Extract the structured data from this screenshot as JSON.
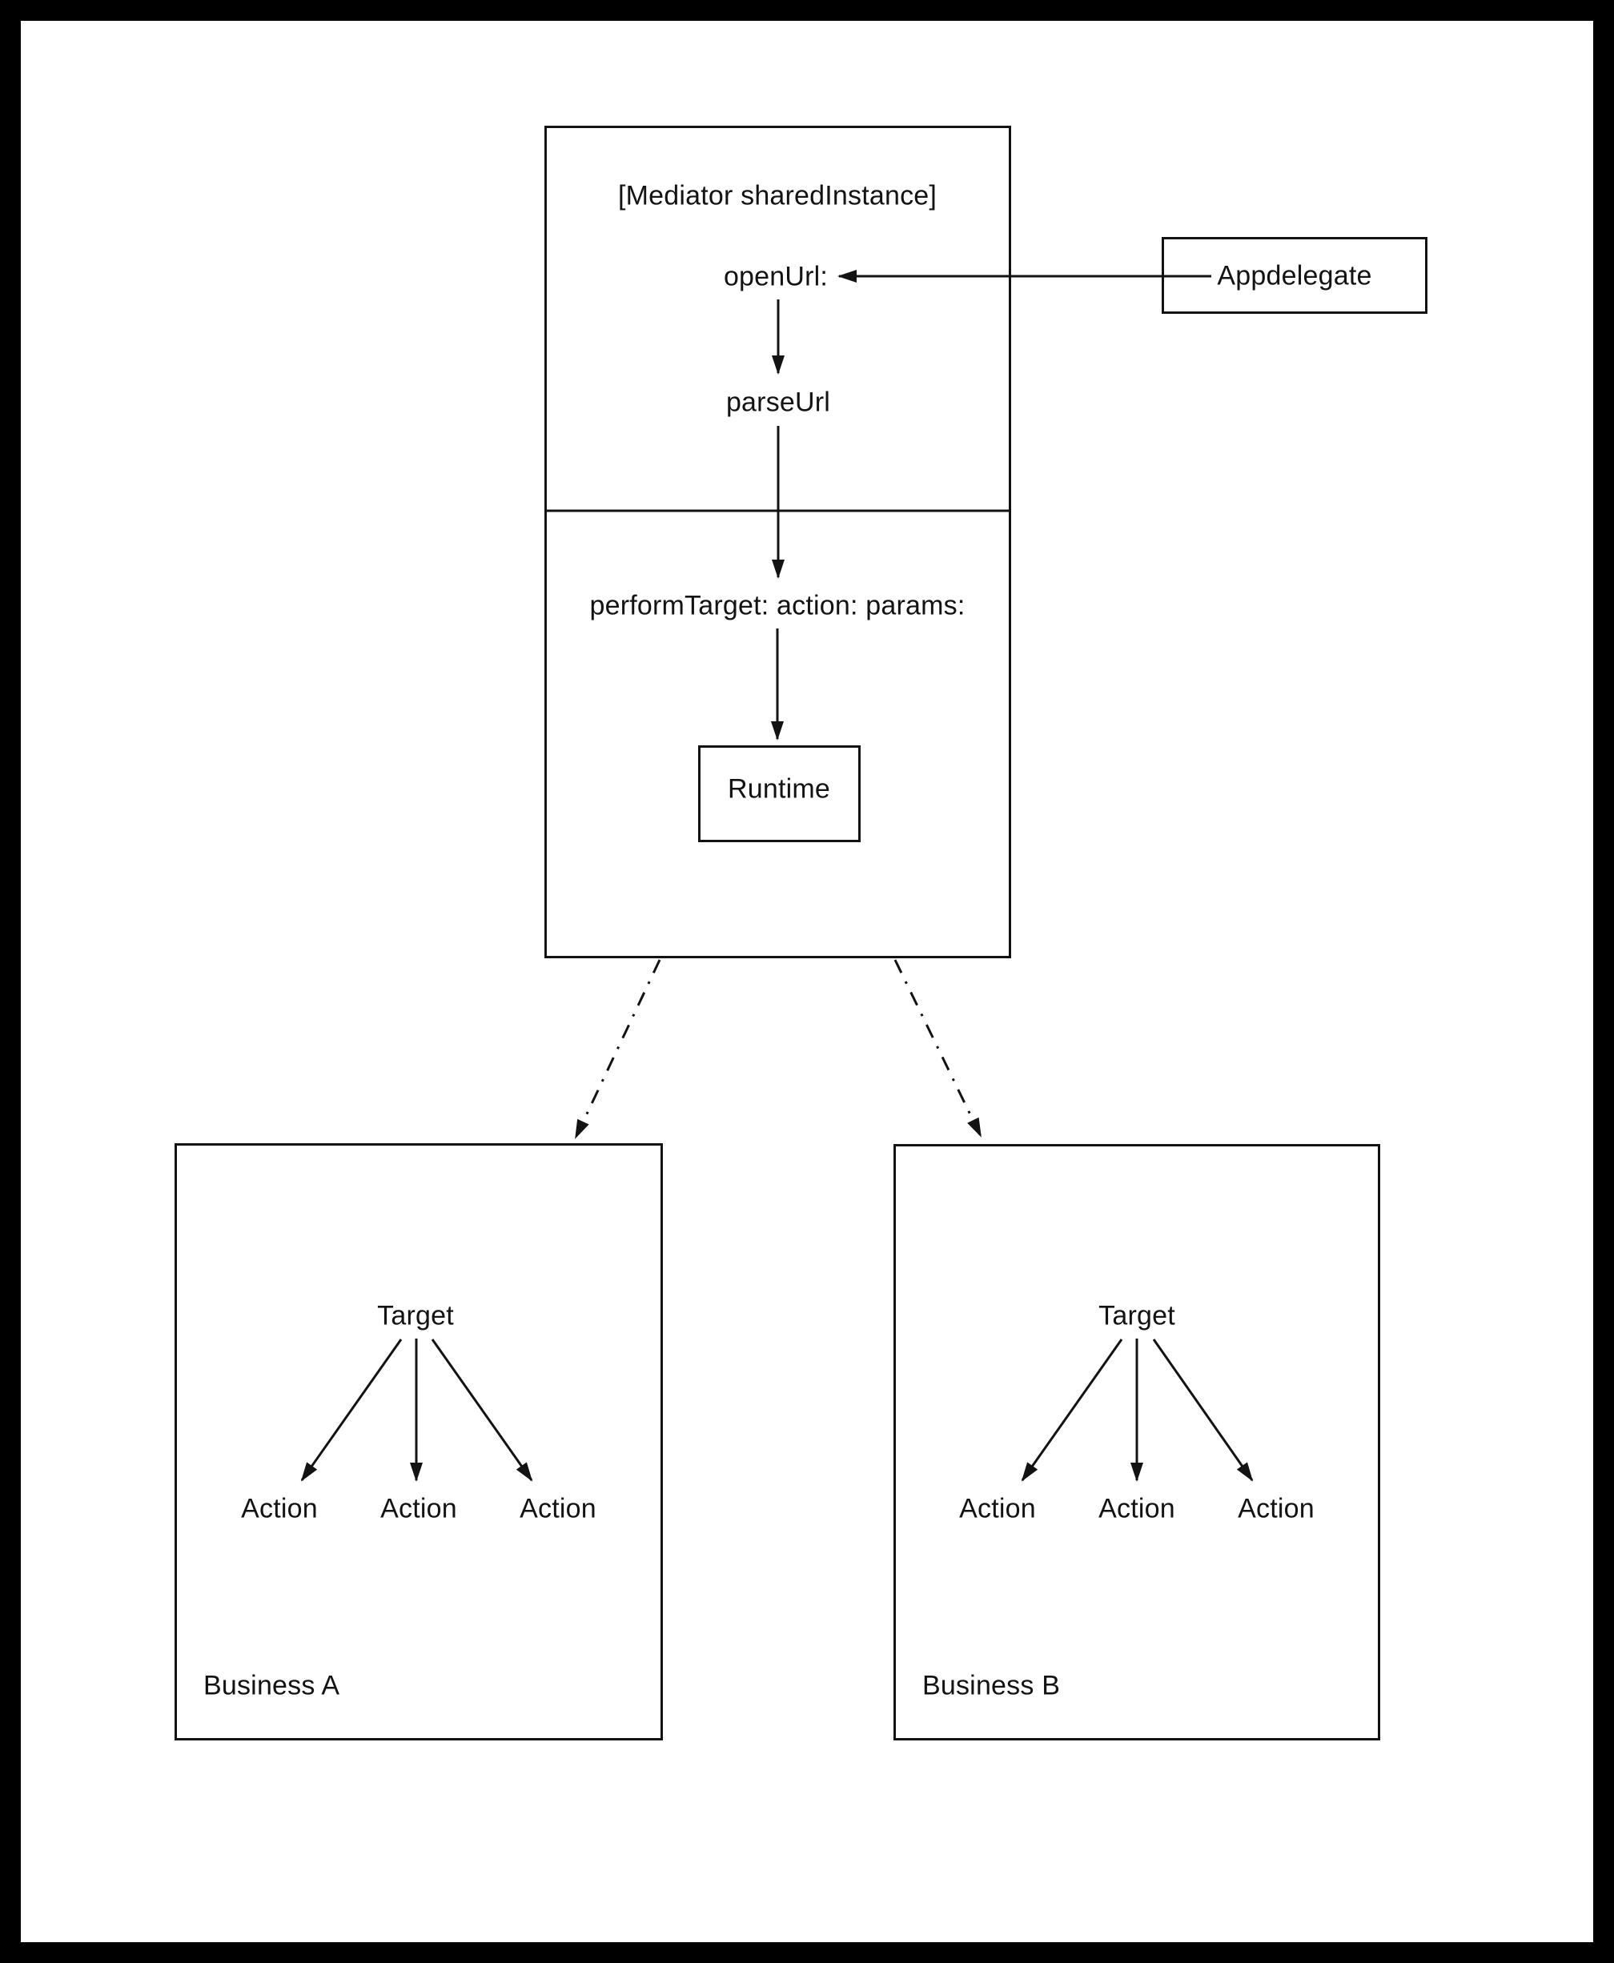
{
  "diagram": {
    "mediator": {
      "title": "[Mediator sharedInstance]",
      "open_url_label": "openUrl:",
      "parse_url_label": "parseUrl",
      "perform_target_label": "performTarget: action: params:",
      "runtime_label": "Runtime"
    },
    "appdelegate": {
      "label": "Appdelegate"
    },
    "business_a": {
      "label": "Business A",
      "target_label": "Target",
      "action_labels": [
        "Action",
        "Action",
        "Action"
      ]
    },
    "business_b": {
      "label": "Business B",
      "target_label": "Target",
      "action_labels": [
        "Action",
        "Action",
        "Action"
      ]
    },
    "colors": {
      "line": "#131313",
      "page_background": "#ffffff",
      "frame": "#000000"
    }
  }
}
